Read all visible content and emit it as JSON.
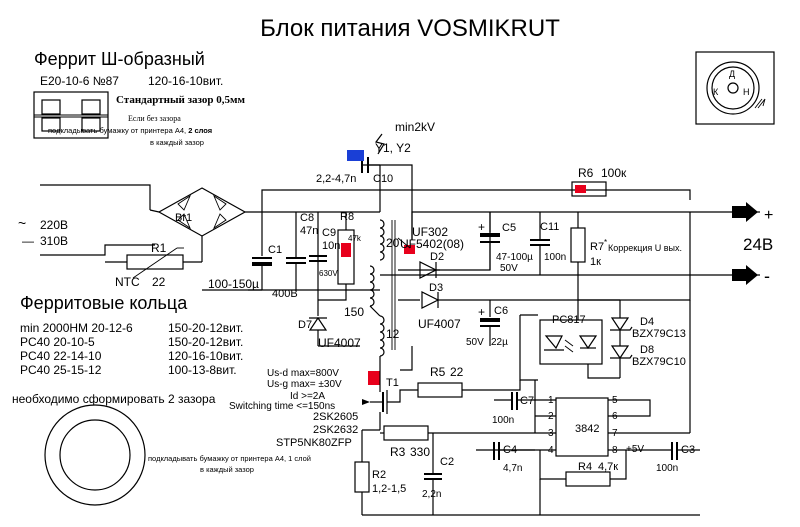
{
  "title": "Блок питания VOSMIKRUT",
  "ferrite_e": {
    "heading": "Феррит Ш-образный",
    "core": "E20-10-6 №87",
    "turns": "120-16-10вит.",
    "gap_std": "Стандартный зазор 0,5мм",
    "no_gap": "Если без зазора",
    "paper_note_a": "подкладывать бумажку от принтера А4,",
    "paper_note_b": "2 слоя",
    "paper_note_c": "в каждый зазор"
  },
  "ferrite_rings": {
    "heading": "Ферритовые кольца",
    "rows": [
      {
        "core": "min 2000HM 20-12-6",
        "turns": "150-20-12вит."
      },
      {
        "core": "PC40 20-10-5",
        "turns": "150-20-12вит."
      },
      {
        "core": "PC40 22-14-10",
        "turns": "120-16-10вит."
      },
      {
        "core": "PC40 25-15-12",
        "turns": "100-13-8вит."
      }
    ],
    "gap_note": "необходимо сформировать 2 зазора",
    "paper_note_a": "подкладывать бумажку от принтера А4, 1 слой",
    "paper_note_b": "в каждый зазор"
  },
  "input": {
    "ac_symbol": "~",
    "v1": "220В",
    "v2": "310В",
    "r1": "R1",
    "ntc": "NTC",
    "ntc_value": "22",
    "br1": "Br1",
    "c1": "C1",
    "c1_value": "100-150µ",
    "c8": "C8",
    "c8_value": "47n",
    "c8_volt": "400В",
    "c9": "C9",
    "c9_value": "10n",
    "c9_volt": "630V",
    "r8": "R8",
    "r8_value": "47k",
    "d7": "D7",
    "d7_type": "UF4007"
  },
  "isolation": {
    "strike": "min2kV",
    "y": "Y1, Y2",
    "c10_value": "2,2-4,7n",
    "c10": "C10"
  },
  "transformer": {
    "w_aux": "20",
    "w_pri": "150",
    "w_sec": "12",
    "t1": "T1"
  },
  "output": {
    "d2_type_a": "UF302",
    "d2_type_b": "UF5402(08)",
    "d2": "D2",
    "d3": "D3",
    "d3_type": "UF4007",
    "c5": "C5",
    "c5_value": "47-100µ",
    "c5_volt": "50V",
    "c11": "C11",
    "c11_value": "100n",
    "r6": "R6",
    "r6_value": "100к",
    "r7": "R7",
    "r7_value": "1к",
    "r7_mark": "*",
    "r7_note": "Коррекция U вых.",
    "plus": "+",
    "minus": "-",
    "voltage": "24В",
    "c6": "C6",
    "c6_volt": "50V",
    "c6_value": "22µ"
  },
  "feedback": {
    "pc817": "PC817",
    "d4": "D4",
    "d4_type": "BZX79C13",
    "d8": "D8",
    "d8_type": "BZX79C10"
  },
  "mosfet": {
    "usd": "Us-d max=800V",
    "usg": "Us-g max= ±30V",
    "id": "Id >=2A",
    "sw": "Switching time <=150ns",
    "m1": "2SK2605",
    "m2": "2SK2632",
    "m3": "STP5NK80ZFP"
  },
  "controller": {
    "r5": "R5",
    "r5_value": "22",
    "c7": "C7",
    "c7_value": "100n",
    "ic": "3842",
    "pins": [
      "1",
      "2",
      "3",
      "4",
      "5",
      "6",
      "7",
      "8"
    ],
    "vref": "+5V",
    "r3": "R3",
    "r3_value": "330",
    "c4": "C4",
    "c4_value": "4,7n",
    "r4": "R4",
    "r4_value": "4,7к",
    "c3": "C3",
    "c3_value": "100n",
    "c2": "C2",
    "c2_value": "2,2n",
    "r2": "R2",
    "r2_value": "1,2-1,5"
  },
  "pinout": {
    "d": "Д",
    "k": "К",
    "n": "Н"
  },
  "colors": {
    "hot": "#e8001c",
    "iso": "#1a3fd6"
  }
}
